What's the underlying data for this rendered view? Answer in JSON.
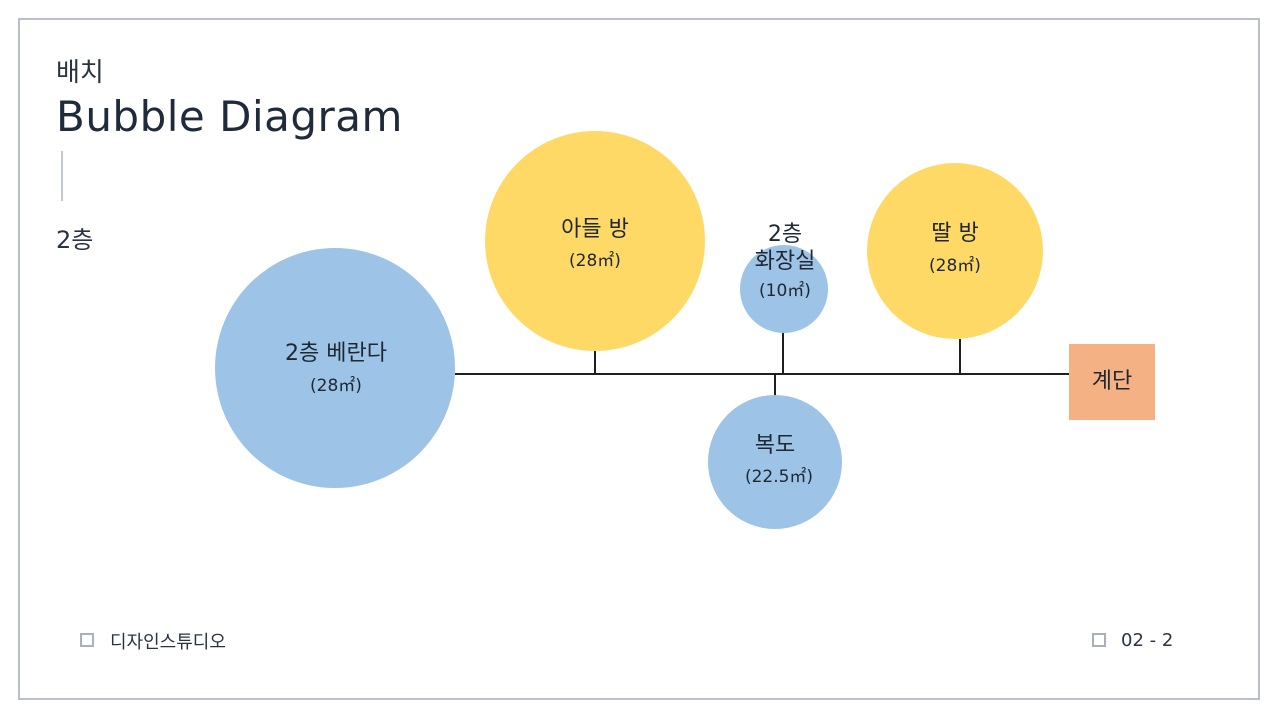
{
  "header": {
    "subtitle": "배치",
    "title": "Bubble Diagram",
    "floor_label": "2층"
  },
  "diagram": {
    "nodes": [
      {
        "id": "veranda",
        "name": "2층 베란다",
        "area": "(28㎡)",
        "shape": "circle",
        "color": "#9DC3E6"
      },
      {
        "id": "son_room",
        "name": "아들 방",
        "area": "(28㎡)",
        "shape": "circle",
        "color": "#FFD966"
      },
      {
        "id": "bathroom",
        "name": "2층 화장실",
        "area": "(10㎡)",
        "shape": "circle",
        "color": "#9DC3E6"
      },
      {
        "id": "daughter_room",
        "name": "딸 방",
        "area": "(28㎡)",
        "shape": "circle",
        "color": "#FFD966"
      },
      {
        "id": "hallway",
        "name": "복도",
        "area": "(22.5㎡)",
        "shape": "circle",
        "color": "#9DC3E6"
      },
      {
        "id": "stairs",
        "name": "계단",
        "area": "",
        "shape": "square",
        "color": "#F4B183"
      }
    ],
    "connections": [
      [
        "veranda",
        "stairs"
      ],
      [
        "son_room",
        "veranda"
      ],
      [
        "bathroom",
        "veranda"
      ],
      [
        "daughter_room",
        "veranda"
      ],
      [
        "hallway",
        "veranda"
      ]
    ]
  },
  "footer": {
    "studio": "디자인스튜디오",
    "page": "02 - 2"
  }
}
